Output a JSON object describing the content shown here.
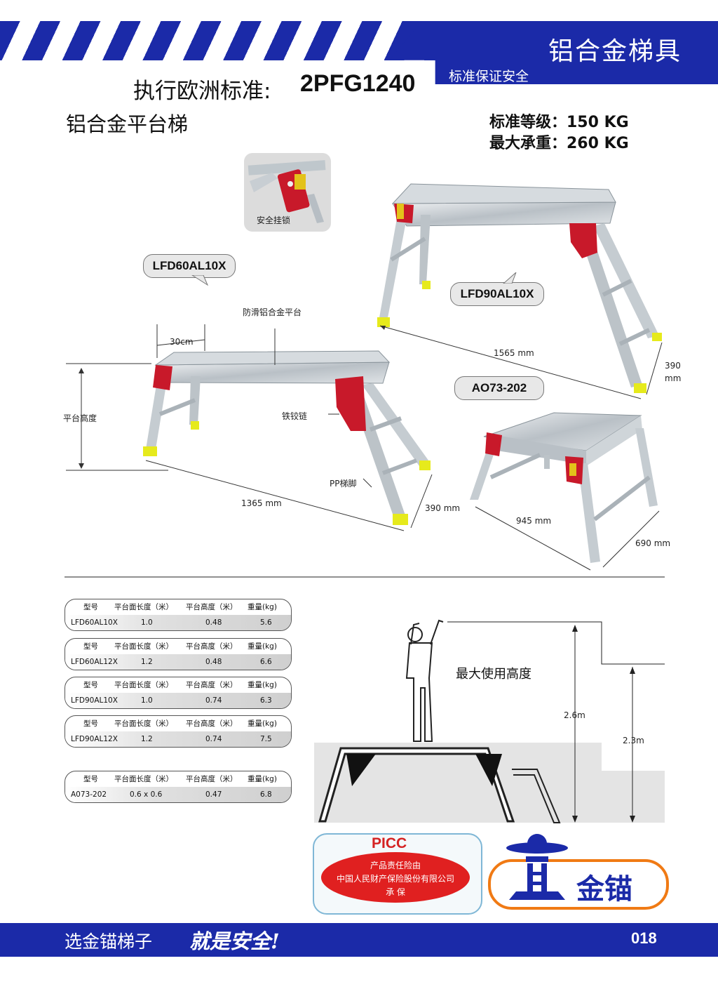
{
  "header": {
    "category_title": "铝合金梯具",
    "category_subtitle": "标准保证安全",
    "standard_label": "执行欧洲标准:",
    "standard_code": "2PFG1240",
    "product_name": "铝合金平台梯",
    "rating_grade": "标准等级：150 KG",
    "max_load": "最大承重：260 KG"
  },
  "callouts": {
    "model_a": "LFD60AL10X",
    "model_b": "LFD90AL10X",
    "model_c": "AO73-202"
  },
  "labels": {
    "safety_lock": "安全挂锁",
    "anti_slip_platform": "防滑铝合金平台",
    "width_30": "30cm",
    "platform_height": "平台高度",
    "iron_hinge": "铁铰链",
    "pp_feet": "PP梯脚",
    "dim_1365": "1365 mm",
    "dim_390_a": "390 mm",
    "dim_1565": "1565 mm",
    "dim_390_b": "390",
    "dim_mm": "mm",
    "dim_945": "945 mm",
    "dim_690": "690 mm",
    "max_use_height": "最大使用高度",
    "h_26": "2.6m",
    "h_23": "2.3m"
  },
  "table_headers": [
    "型号",
    "平台面长度（米）",
    "平台高度（米）",
    "重量(kg)"
  ],
  "tables": [
    {
      "model": "LFD60AL10X",
      "length": "1.0",
      "height": "0.48",
      "weight": "5.6"
    },
    {
      "model": "LFD60AL12X",
      "length": "1.2",
      "height": "0.48",
      "weight": "6.6"
    },
    {
      "model": "LFD90AL10X",
      "length": "1.0",
      "height": "0.74",
      "weight": "6.3"
    },
    {
      "model": "LFD90AL12X",
      "length": "1.2",
      "height": "0.74",
      "weight": "7.5"
    },
    {
      "model": "A073-202",
      "length": "0.6 x 0.6",
      "height": "0.47",
      "weight": "6.8"
    }
  ],
  "insurance": {
    "title": "PICC",
    "line1": "产品责任险由",
    "line2": "中国人民财产保险股份有限公司",
    "line3": "承  保"
  },
  "brand": {
    "name": "金锚"
  },
  "footer": {
    "slogan": "选金锚梯子",
    "slogan_em": "就是安全!",
    "page": "018"
  },
  "colors": {
    "brand_blue": "#1b2aa8",
    "hinge_red": "#c8192a",
    "foot_yellow": "#e6ea1c",
    "picc_red": "#e02020",
    "logo_orange": "#f07a14"
  }
}
